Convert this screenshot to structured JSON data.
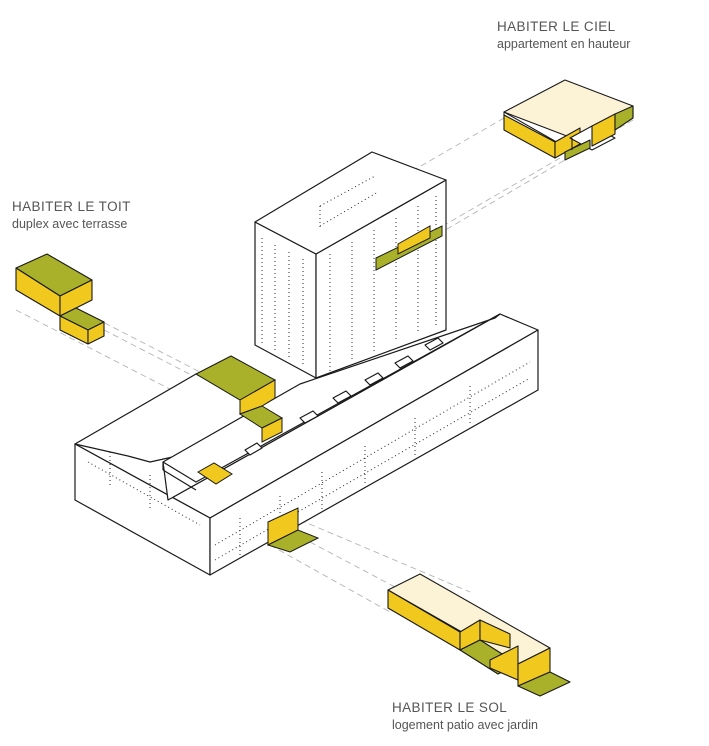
{
  "labels": {
    "ciel": {
      "title": "HABITER LE CIEL",
      "subtitle": "appartement en hauteur"
    },
    "toit": {
      "title": "HABITER LE TOIT",
      "subtitle": "duplex avec terrasse"
    },
    "sol": {
      "title": "HABITER LE SOL",
      "subtitle": "logement patio avec jardin"
    }
  },
  "colors": {
    "yellow": "#f0c81e",
    "olive": "#a9b12a",
    "cream": "#fcf3d6",
    "line": "#1a1a1a",
    "dash": "#b5b5b5"
  }
}
